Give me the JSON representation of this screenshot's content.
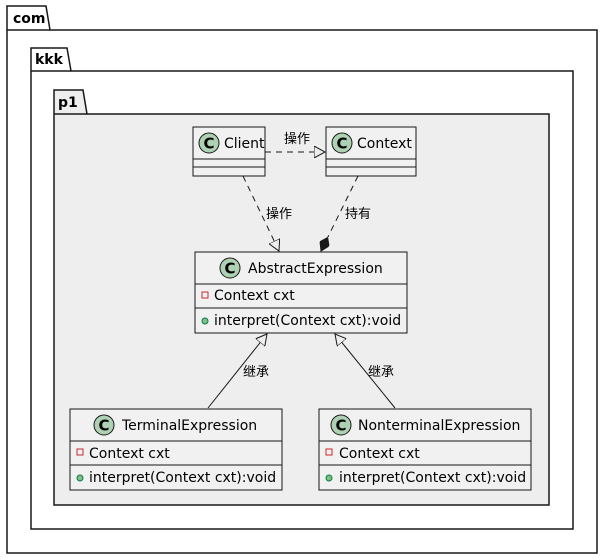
{
  "packages": {
    "outer": "com",
    "middle": "kkk",
    "inner": "p1"
  },
  "classes": {
    "client": {
      "name": "Client",
      "icon": "class-icon"
    },
    "context": {
      "name": "Context",
      "icon": "class-icon"
    },
    "abstract_expression": {
      "name": "AbstractExpression",
      "icon": "class-icon",
      "attribute": "Context cxt",
      "attribute_visibility": "private",
      "method": "interpret(Context cxt):void",
      "method_visibility": "public"
    },
    "terminal_expression": {
      "name": "TerminalExpression",
      "icon": "class-icon",
      "attribute": "Context cxt",
      "attribute_visibility": "private",
      "method": "interpret(Context cxt):void",
      "method_visibility": "public"
    },
    "nonterminal_expression": {
      "name": "NonterminalExpression",
      "icon": "class-icon",
      "attribute": "Context cxt",
      "attribute_visibility": "private",
      "method": "interpret(Context cxt):void",
      "method_visibility": "public"
    }
  },
  "relations": {
    "client_context": "操作",
    "client_abstract": "操作",
    "context_abstract": "持有",
    "terminal_inherit": "继承",
    "nonterminal_inherit": "继承"
  },
  "colors": {
    "package_fill": "#ffffff",
    "inner_package_fill": "#eeeeee",
    "class_fill": "#f1f1f1",
    "class_border": "#181818",
    "class_icon": "#add1b2",
    "private_marker": "#c82930",
    "public_marker": "#84be84"
  }
}
